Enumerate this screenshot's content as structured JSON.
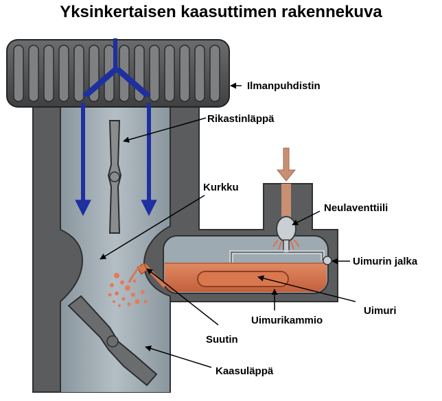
{
  "title": "Yksinkertaisen kaasuttimen rakennekuva",
  "labels": {
    "ilmanpuhdistin": "Ilmanpuhdistin",
    "rikastinlappa": "Rikastinläppä",
    "kurkku": "Kurkku",
    "neulaventtiili": "Neulaventtiili",
    "uimurin_jalka": "Uimurin jalka",
    "uimuri": "Uimuri",
    "uimurikammio": "Uimurikammio",
    "suutin": "Suutin",
    "kaasulappa": "Kaasuläppä"
  },
  "colors": {
    "housing": "#5a5c5e",
    "housing_dark": "#3a3c3e",
    "channel": "#9eaab2",
    "air_flow": "#1e2fa0",
    "fuel": "#d9774f",
    "fuel_inlet": "#c98f72"
  }
}
